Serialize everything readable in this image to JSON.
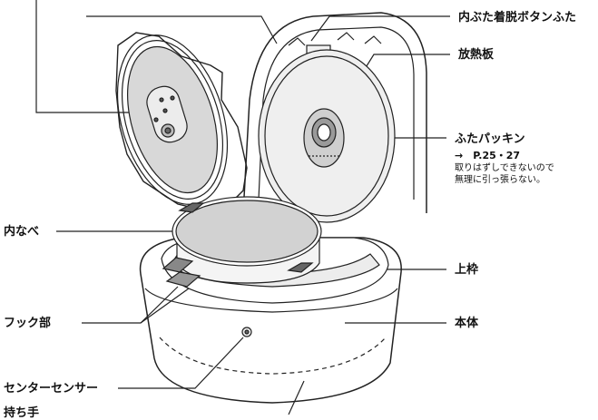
{
  "labels": {
    "inner_lid_button": "内ぶた着脱ボタンふた",
    "heat_plate": "放熱板",
    "lid_packing": "ふたパッキン",
    "lid_packing_ref": "→　P.25・27",
    "lid_packing_note_1": "取りはずしできないので",
    "lid_packing_note_2": "無理に引っ張らない。",
    "inner_pot": "内なべ",
    "upper_frame": "上枠",
    "hook": "フック部",
    "body": "本体",
    "center_sensor": "センターセンサー",
    "handle": "持ち手"
  }
}
